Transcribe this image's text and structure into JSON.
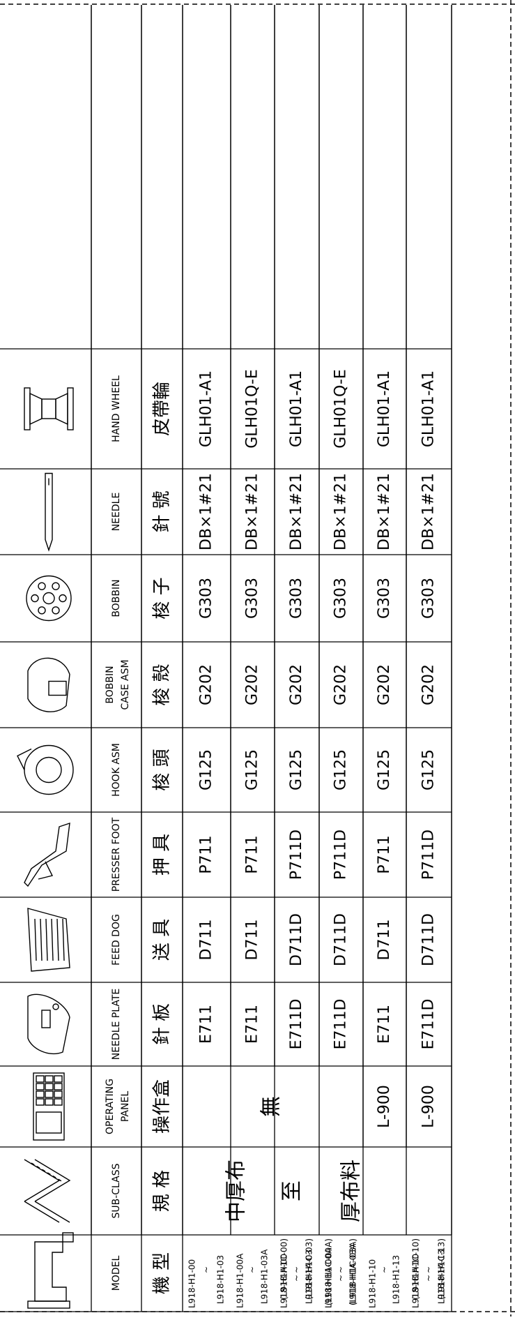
{
  "columns": [
    {
      "key": "model",
      "en": "MODEL",
      "zh": "機 型"
    },
    {
      "key": "subclass",
      "en": "SUB-CLASS",
      "zh": "規 格"
    },
    {
      "key": "panel",
      "en": "OPERATING PANEL",
      "en_lines": [
        "OPERATING",
        "PANEL"
      ],
      "zh": "操作盒"
    },
    {
      "key": "needle_plate",
      "en": "NEEDLE PLATE",
      "zh": "針 板"
    },
    {
      "key": "feed_dog",
      "en": "FEED DOG",
      "zh": "送 具"
    },
    {
      "key": "presser_foot",
      "en": "PRESSER FOOT",
      "zh": "押 具"
    },
    {
      "key": "hook",
      "en": "HOOK ASM",
      "zh": "梭 頭"
    },
    {
      "key": "bobbin_case",
      "en": "BOBBIN CASE ASM",
      "en_lines": [
        "BOBBIN",
        "CASE ASM"
      ],
      "zh": "梭 殼"
    },
    {
      "key": "bobbin",
      "en": "BOBBIN",
      "zh": "梭 子"
    },
    {
      "key": "needle",
      "en": "NEEDLE",
      "zh": "針 號"
    },
    {
      "key": "hand_wheel",
      "en": "HAND WHEEL",
      "zh": "皮帶輪"
    }
  ],
  "subclass_text": {
    "line1": "中厚布",
    "line2": "至",
    "line3": "厚布料"
  },
  "panel_none": "無",
  "rows": [
    {
      "model": [
        "L918-H1-00",
        "~",
        "L918-H1-03"
      ],
      "model_alt": [],
      "panel": "",
      "needle_plate": "E711",
      "feed_dog": "D711",
      "presser_foot": "P711",
      "hook": "G125",
      "bobbin_case": "G202",
      "bobbin": "G303",
      "needle": "DB×1#21",
      "hand_wheel": "GLH01-A1"
    },
    {
      "model": [
        "L918-H1-00A",
        "~",
        "L918-H1-03A"
      ],
      "model_alt": [],
      "panel": "",
      "needle_plate": "E711",
      "feed_dog": "D711",
      "presser_foot": "P711",
      "hook": "G125",
      "bobbin_case": "G202",
      "bobbin": "G303",
      "needle": "DB×1#21",
      "hand_wheel": "GLH01Q-E"
    },
    {
      "model": [
        "L918-H1A-00",
        "~",
        "L918-H1A-03"
      ],
      "model_alt": [
        "(L918-H1C-00)",
        "~",
        "(L918-H1C-03)"
      ],
      "panel": "",
      "needle_plate": "E711D",
      "feed_dog": "D711D",
      "presser_foot": "P711D",
      "hook": "G125",
      "bobbin_case": "G202",
      "bobbin": "G303",
      "needle": "DB×1#21",
      "hand_wheel": "GLH01-A1"
    },
    {
      "model": [
        "L918-H1A-00A",
        "~",
        "L918-H1A-03A"
      ],
      "model_alt": [
        "(L918-H1C-00A)",
        "~",
        "(L918-H1C-03A)"
      ],
      "panel": "",
      "needle_plate": "E711D",
      "feed_dog": "D711D",
      "presser_foot": "P711D",
      "hook": "G125",
      "bobbin_case": "G202",
      "bobbin": "G303",
      "needle": "DB×1#21",
      "hand_wheel": "GLH01Q-E"
    },
    {
      "model": [
        "L918-H1-10",
        "~",
        "L918-H1-13"
      ],
      "model_alt": [],
      "panel": "L-900",
      "needle_plate": "E711",
      "feed_dog": "D711",
      "presser_foot": "P711",
      "hook": "G125",
      "bobbin_case": "G202",
      "bobbin": "G303",
      "needle": "DB×1#21",
      "hand_wheel": "GLH01-A1"
    },
    {
      "model": [
        "L918-H1A-10",
        "~",
        "L918-H1A-13"
      ],
      "model_alt": [
        "(L918-H1C-10)",
        "~",
        "(L918-H1C-13)"
      ],
      "panel": "L-900",
      "needle_plate": "E711D",
      "feed_dog": "D711D",
      "presser_foot": "P711D",
      "hook": "G125",
      "bobbin_case": "G202",
      "bobbin": "G303",
      "needle": "DB×1#21",
      "hand_wheel": "GLH01-A1"
    }
  ],
  "icons": [
    "sewing-machine-icon",
    "folded-fabric-icon",
    "operating-panel-icon",
    "needle-plate-icon",
    "feed-dog-icon",
    "presser-foot-icon",
    "hook-icon",
    "bobbin-case-icon",
    "bobbin-icon",
    "needle-icon",
    "hand-wheel-icon"
  ],
  "colors": {
    "ink": "#000000",
    "paper": "#ffffff"
  }
}
